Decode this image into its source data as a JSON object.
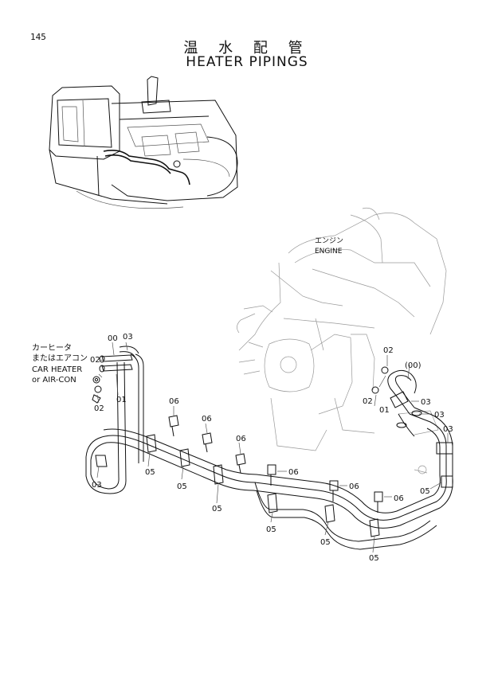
{
  "page_number": "145",
  "title": {
    "jp": "温 水 配 管",
    "en": "HEATER PIPINGS"
  },
  "engine_label": {
    "jp": "エンジン",
    "en": "ENGINE"
  },
  "car_heater_label": {
    "line1": "カーヒータ",
    "line2": "またはエアコン",
    "line3": "CAR HEATER",
    "line4": "or AIR-CON"
  },
  "part_labels": {
    "p00_left": "00",
    "p00_right": "(00)",
    "p01_left": "01",
    "p01_right": "01",
    "p02_left_top": "02",
    "p02_left_bottom": "02",
    "p02_right_top": "02",
    "p02_right_mid": "02",
    "p03_a": "03",
    "p03_b": "03",
    "p03_c": "03",
    "p03_d": "03",
    "p03_e": "03",
    "p05_a": "05",
    "p05_b": "05",
    "p05_c": "05",
    "p05_d": "05",
    "p05_e": "05",
    "p05_f": "05",
    "p05_g": "05",
    "p06_a": "06",
    "p06_b": "06",
    "p06_c": "06",
    "p06_d": "06",
    "p06_e": "06",
    "p06_f": "06"
  }
}
